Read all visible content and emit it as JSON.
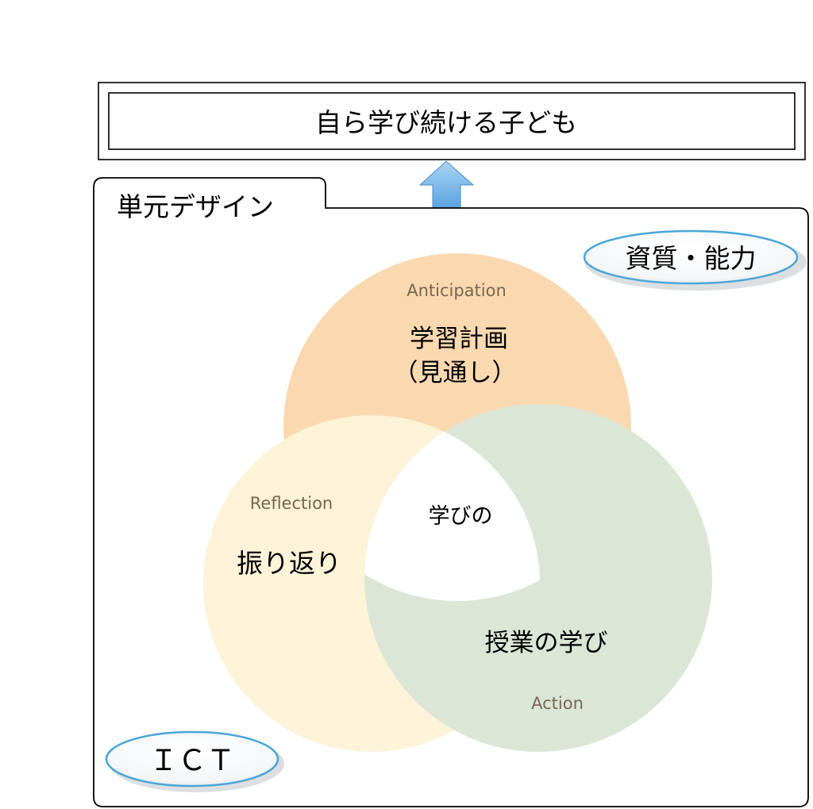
{
  "goal": {
    "label": "自ら学び続ける子ども"
  },
  "unit_design": {
    "label": "単元デザイン"
  },
  "badges": {
    "competency": "資質・能力",
    "ict": "ＩＣＴ"
  },
  "circles": {
    "planning": {
      "english": "Anticipation",
      "line1": "学習計画",
      "line2": "（見通し）",
      "color": "#fad9b0"
    },
    "reflection": {
      "english": "Reflection",
      "label": "振り返り",
      "color": "#fdf3d8"
    },
    "action": {
      "english": "Action",
      "label": "授業の学び",
      "color": "#dbe6d7"
    },
    "center": {
      "label": "学びの"
    }
  },
  "colors": {
    "arrow": "#74b4e8",
    "badge_border": "#4aa6d8",
    "frame": "#000000"
  }
}
